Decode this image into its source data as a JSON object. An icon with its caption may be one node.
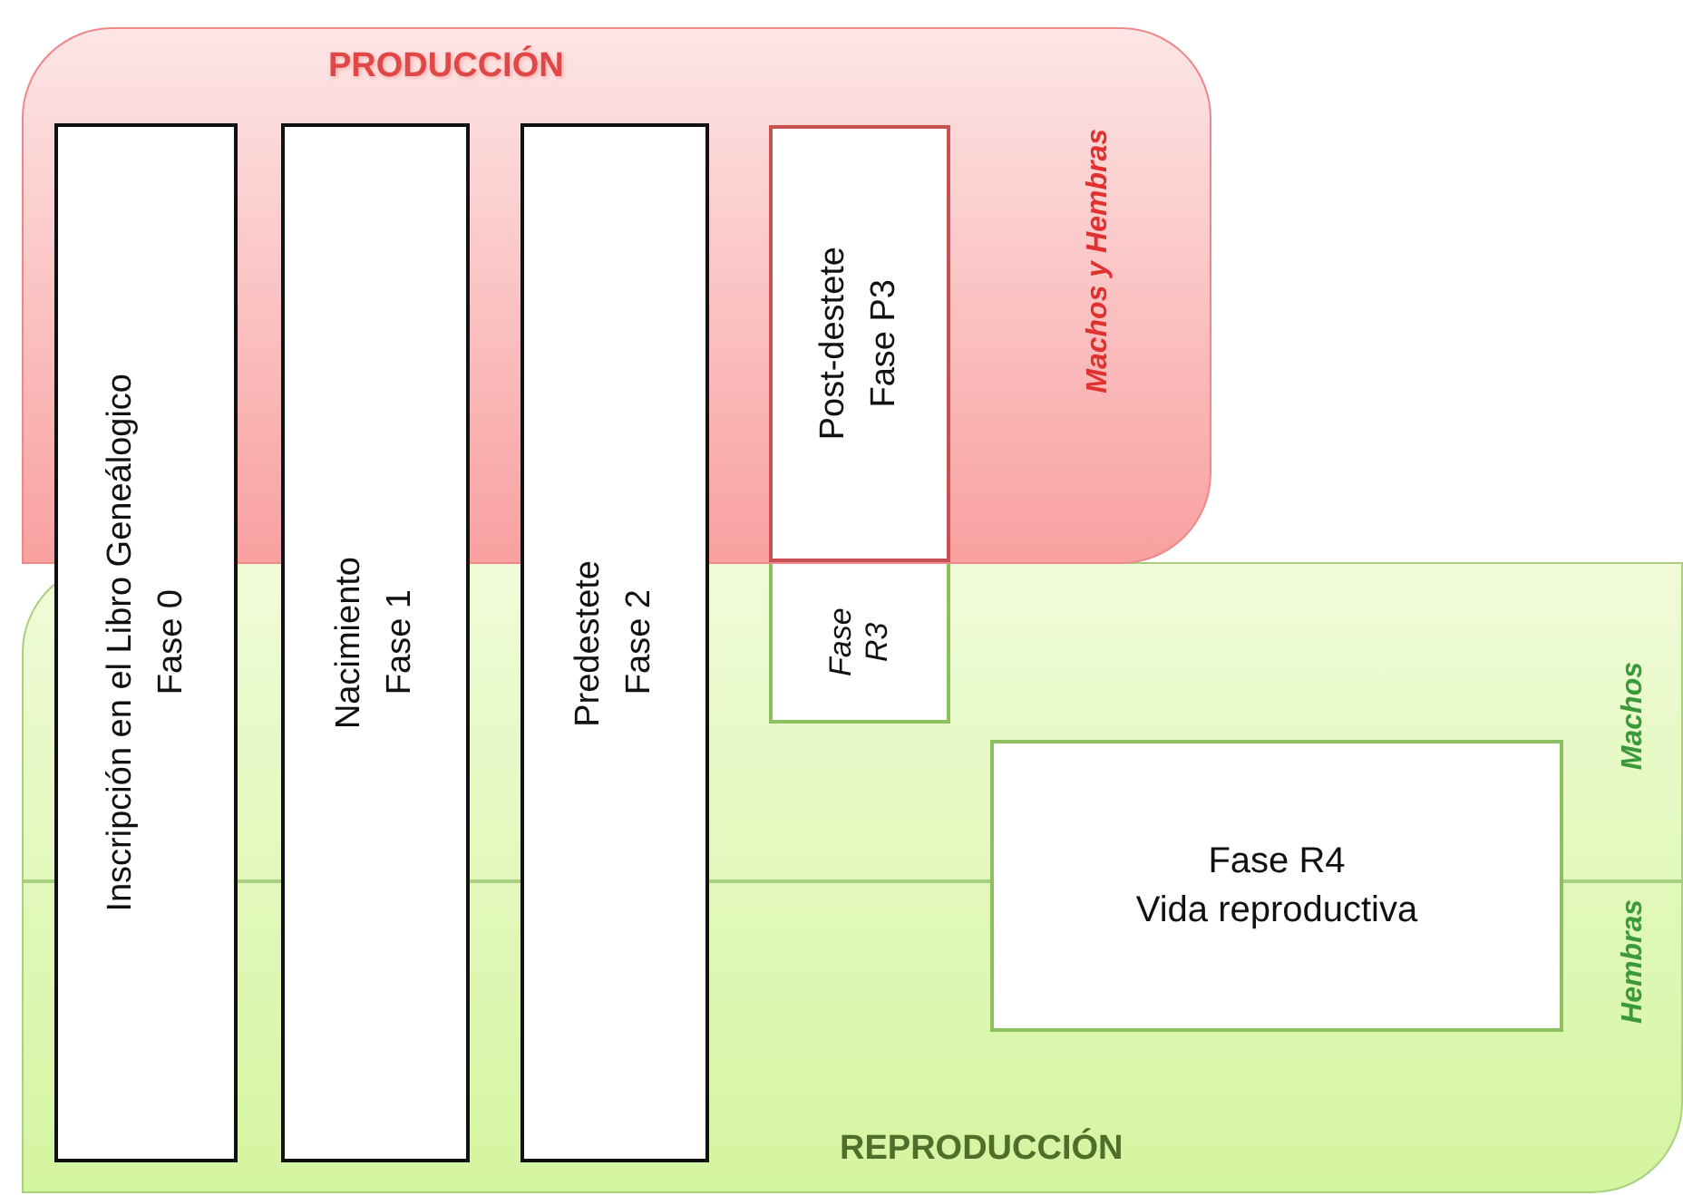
{
  "diagram": {
    "nodes": [
      {
        "text": [
          "PRODUCCIÓN",
          "Machos y Hembras"
        ]
      },
      {
        "text": [
          "Fase 0",
          "Inscripción en el Libro Geneálogico"
        ]
      },
      {
        "text": [
          "Fase 1",
          "Nacimiento"
        ]
      },
      {
        "text": [
          "Fase 2",
          "Predestete"
        ]
      },
      {
        "text": [
          "Fase P3",
          "Post-destete"
        ],
        "in": 0
      },
      {
        "text": [
          "REPRODUCCIÓN"
        ]
      },
      {
        "text": [
          "Fase R3"
        ],
        "in": 5
      },
      {
        "text": [
          "Fase R4",
          "Vida reproductiva"
        ],
        "in": 5
      }
    ],
    "edges": [],
    "labels": [
      "Machos",
      "Hembras"
    ]
  }
}
